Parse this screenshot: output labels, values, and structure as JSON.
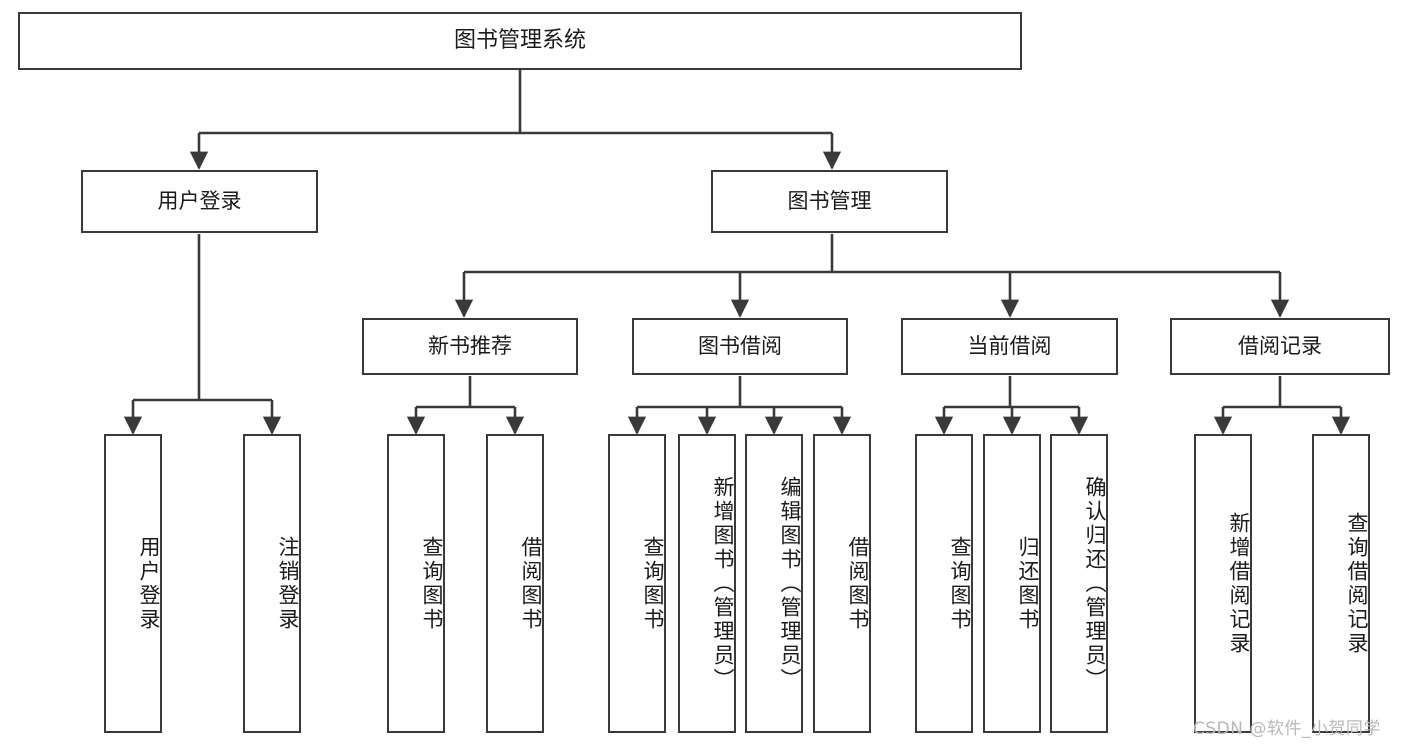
{
  "diagram": {
    "type": "tree",
    "title": "图书管理系统",
    "root": {
      "label": "图书管理系统"
    },
    "level2": [
      {
        "label": "用户登录"
      },
      {
        "label": "图书管理"
      }
    ],
    "level3": [
      {
        "label": "新书推荐"
      },
      {
        "label": "图书借阅"
      },
      {
        "label": "当前借阅"
      },
      {
        "label": "借阅记录"
      }
    ],
    "leaves": {
      "user_login": [
        {
          "label": "用户登录"
        },
        {
          "label": "注销登录"
        }
      ],
      "new_book_recommend": [
        {
          "label": "查询图书"
        },
        {
          "label": "借阅图书"
        }
      ],
      "book_borrow": [
        {
          "label": "查询图书"
        },
        {
          "label": "新增图书（管理员）"
        },
        {
          "label": "编辑图书（管理员）"
        },
        {
          "label": "借阅图书"
        }
      ],
      "current_borrow": [
        {
          "label": "查询图书"
        },
        {
          "label": "归还图书"
        },
        {
          "label": "确认归还（管理员）"
        }
      ],
      "borrow_record": [
        {
          "label": "新增借阅记录"
        },
        {
          "label": "查询借阅记录"
        }
      ]
    }
  },
  "watermark": {
    "text": "CSDN @软件_小贺同学"
  },
  "colors": {
    "border": "#3a3a3a",
    "background": "#ffffff",
    "text": "#1b1b1b",
    "watermark": "#b9b9b9"
  }
}
